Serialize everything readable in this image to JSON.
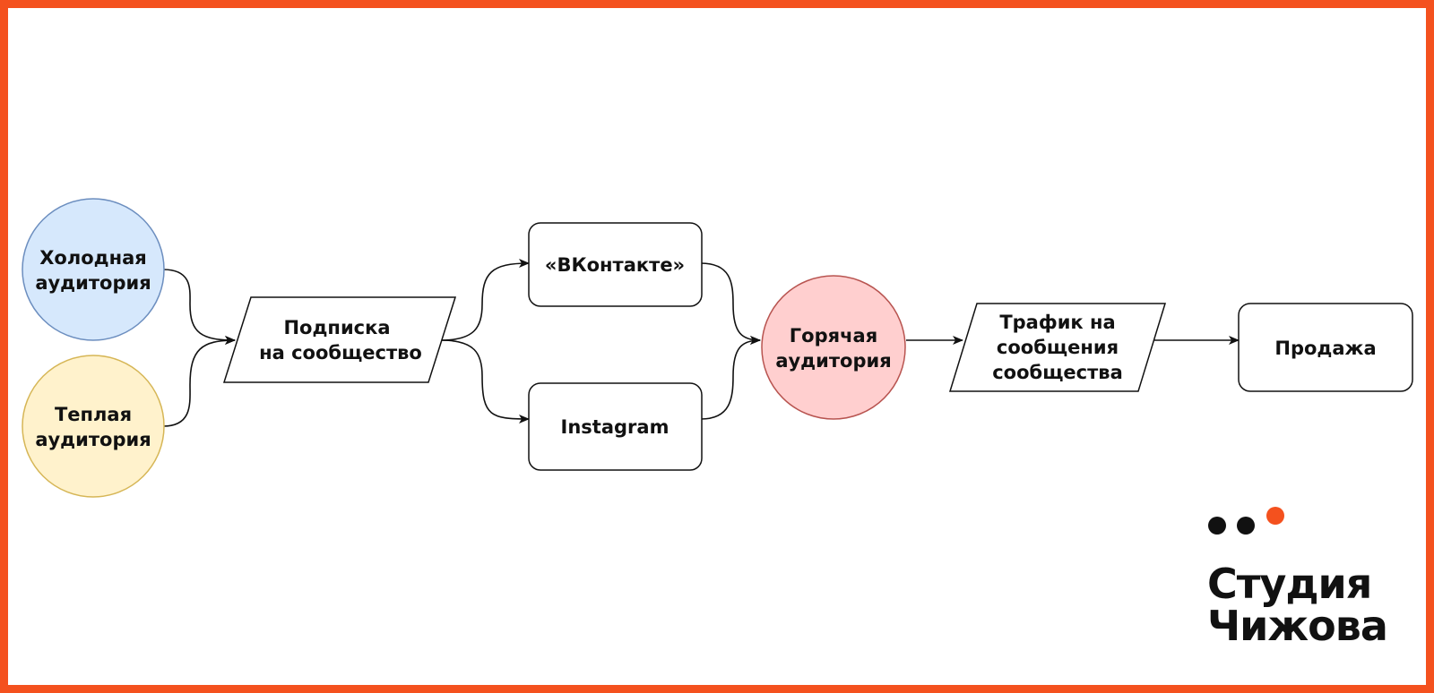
{
  "colors": {
    "frame": "#f4511e",
    "cold_fill": "#d6e8fc",
    "cold_stroke": "#6c8ebf",
    "warm_fill": "#fff2cc",
    "warm_stroke": "#d6b656",
    "hot_fill": "#ffcfcf",
    "hot_stroke": "#b85450",
    "logo_accent": "#f4511e",
    "logo_dot": "#111111"
  },
  "nodes": {
    "cold": {
      "line1": "Холодная",
      "line2": "аудитория"
    },
    "warm": {
      "line1": "Теплая",
      "line2": "аудитория"
    },
    "subscription": {
      "line1": "Подписка",
      "line2": "на сообщество"
    },
    "vk": {
      "label": "«ВКонтакте»"
    },
    "instagram": {
      "label": "Instagram"
    },
    "hot": {
      "line1": "Горячая",
      "line2": "аудитория"
    },
    "traffic": {
      "line1": "Трафик на",
      "line2": "сообщения",
      "line3": "сообщества"
    },
    "sale": {
      "label": "Продажа"
    }
  },
  "logo": {
    "line1": "Студия",
    "line2": "Чижова",
    "icon": "three-dots-logo-icon"
  }
}
